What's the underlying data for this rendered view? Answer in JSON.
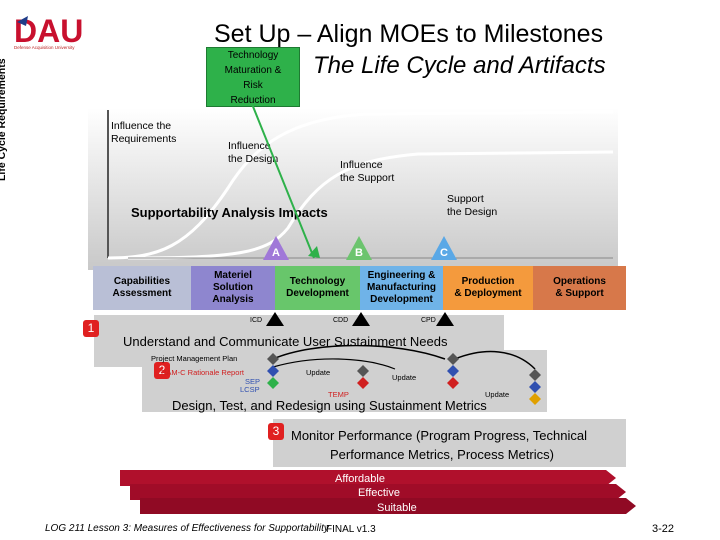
{
  "logo": {
    "text": "DAU",
    "subtext": "Defense Acquisition University"
  },
  "title": "Set Up – Align MOEs to Milestones",
  "subtitle": "The Life Cycle and Artifacts",
  "tech_box": {
    "lines": [
      "Technology",
      "Maturation &",
      "Risk",
      "Reduction"
    ]
  },
  "graph": {
    "y_label": "Life Cycle Requirements",
    "labels": [
      "Influence the\nRequirements",
      "Influence\nthe Design",
      "Influence\nthe Support",
      "Support\nthe Design"
    ],
    "impact_label": "Supportability Analysis Impacts",
    "milestones": [
      "A",
      "B",
      "C"
    ]
  },
  "phases": [
    {
      "label": "Capabilities\nAssessment",
      "color": "#b9bfd6"
    },
    {
      "label": "Materiel\nSolution\nAnalysis",
      "color": "#8e86cf"
    },
    {
      "label": "Technology\nDevelopment",
      "color": "#68c66b"
    },
    {
      "label": "Engineering &\nManufacturing\nDevelopment",
      "color": "#6fb3e8"
    },
    {
      "label": "Production\n& Deployment",
      "color": "#f49a3d"
    },
    {
      "label": "Operations\n& Support",
      "color": "#d7784a"
    }
  ],
  "reviews": [
    "ICD",
    "CDD",
    "CPD"
  ],
  "step1": {
    "num": "1",
    "text": "Understand and Communicate User Sustainment Needs"
  },
  "step2": {
    "num": "2",
    "ppp": "Project Management Plan",
    "rcm": "RAM-C Rationale Report",
    "sep": "SEP",
    "lcsp": "LCSP",
    "update1": "Update",
    "update2": "Update",
    "update3": "Update",
    "temp": "TEMP",
    "text": "Design, Test, and Redesign using Sustainment Metrics"
  },
  "step3": {
    "num": "3",
    "line1": "Monitor Performance (Program Progress, Technical",
    "line2": "Performance Metrics, Process Metrics)"
  },
  "arrows": [
    "Affordable",
    "Effective",
    "Suitable"
  ],
  "footer": {
    "left": "LOG 211 Lesson 3: Measures of Effectiveness for Supportability",
    "mid": "FINAL v1.3",
    "page": "3-22"
  },
  "colors": {
    "red": "#e02020",
    "arrow": "#b0102c",
    "green": "#2eb14a",
    "box": "#d0d0d0"
  }
}
